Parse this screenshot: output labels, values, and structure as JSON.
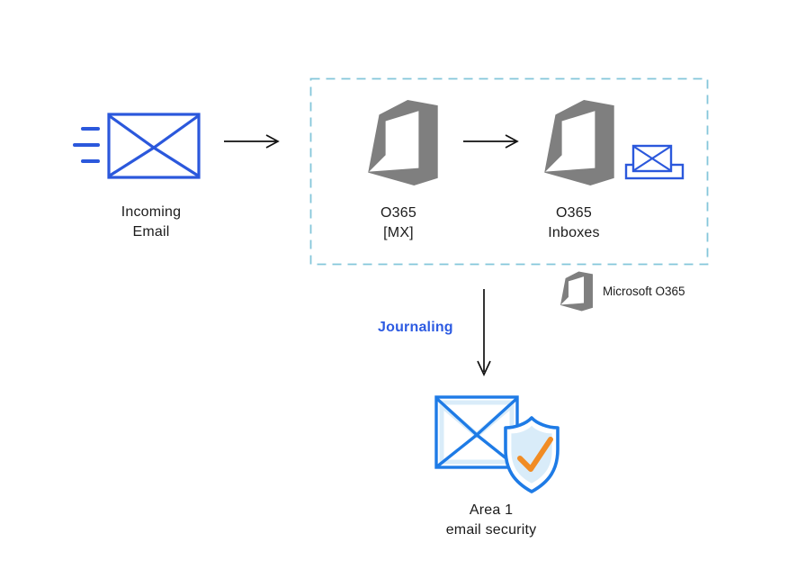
{
  "colors": {
    "blue": "#2B58DC",
    "security_blue": "#1E7BE6",
    "light_blue": "#D9ECF9",
    "orange": "#F18C24",
    "gray": "#7F7F7F",
    "dashed": "#84C6DA",
    "journaling": "#2D5BE2",
    "text": "#1B1B1B",
    "arrow": "#111111"
  },
  "nodes": {
    "incoming_email": {
      "line1": "Incoming",
      "line2": "Email"
    },
    "o365_mx": {
      "line1": "O365",
      "line2": "[MX]"
    },
    "o365_inboxes": {
      "line1": "O365",
      "line2": "Inboxes"
    },
    "area1": {
      "line1": "Area 1",
      "line2": "email security"
    }
  },
  "legend": {
    "label": "Microsoft O365"
  },
  "flow": {
    "journaling_label": "Journaling"
  },
  "icons": {
    "incoming_email": "incoming-email-icon",
    "office365": "office365-logo",
    "inbox": "inbox-tray-icon",
    "security": "email-security-shield-icon",
    "arrow_right": "arrow-right-icon",
    "arrow_down": "arrow-down-icon"
  }
}
